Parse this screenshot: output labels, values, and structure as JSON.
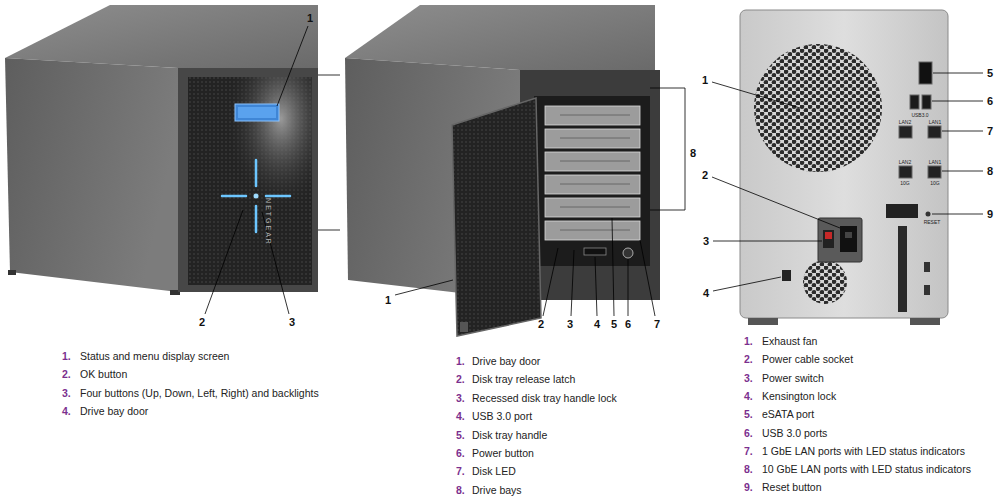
{
  "diagram": {
    "labels": [
      "1",
      "2",
      "3",
      "NETGEAR",
      "1.",
      "Status and menu display screen",
      "2.",
      "OK button",
      "3.",
      "Four buttons (Up, Down, Left, Right) and backlights",
      "4.",
      "Drive bay door",
      "1",
      "2",
      "3",
      "4",
      "5",
      "6",
      "7",
      "8",
      "1.",
      "Drive bay door",
      "2.",
      "Disk tray release latch",
      "3.",
      "Recessed disk tray handle lock",
      "4.",
      "USB 3.0 port",
      "5.",
      "Disk tray handle",
      "6.",
      "Power button",
      "7.",
      "Disk LED",
      "8.",
      "Drive bays",
      "1",
      "2",
      "3",
      "4",
      "5",
      "6",
      "7",
      "8",
      "9",
      "1.",
      "Exhaust fan",
      "2.",
      "Power cable socket",
      "3.",
      "Power switch",
      "4.",
      "Kensington lock",
      "5.",
      "eSATA port",
      "6.",
      "USB 3.0 ports",
      "7.",
      "1 GbE LAN ports with LED status indicators",
      "8.",
      "10 GbE LAN ports with LED status indicators",
      "9.",
      "Reset button",
      "USB3.0",
      "LAN2",
      "LAN1",
      "LAN2",
      "LAN1",
      "10G",
      "10G",
      "RESET"
    ]
  }
}
